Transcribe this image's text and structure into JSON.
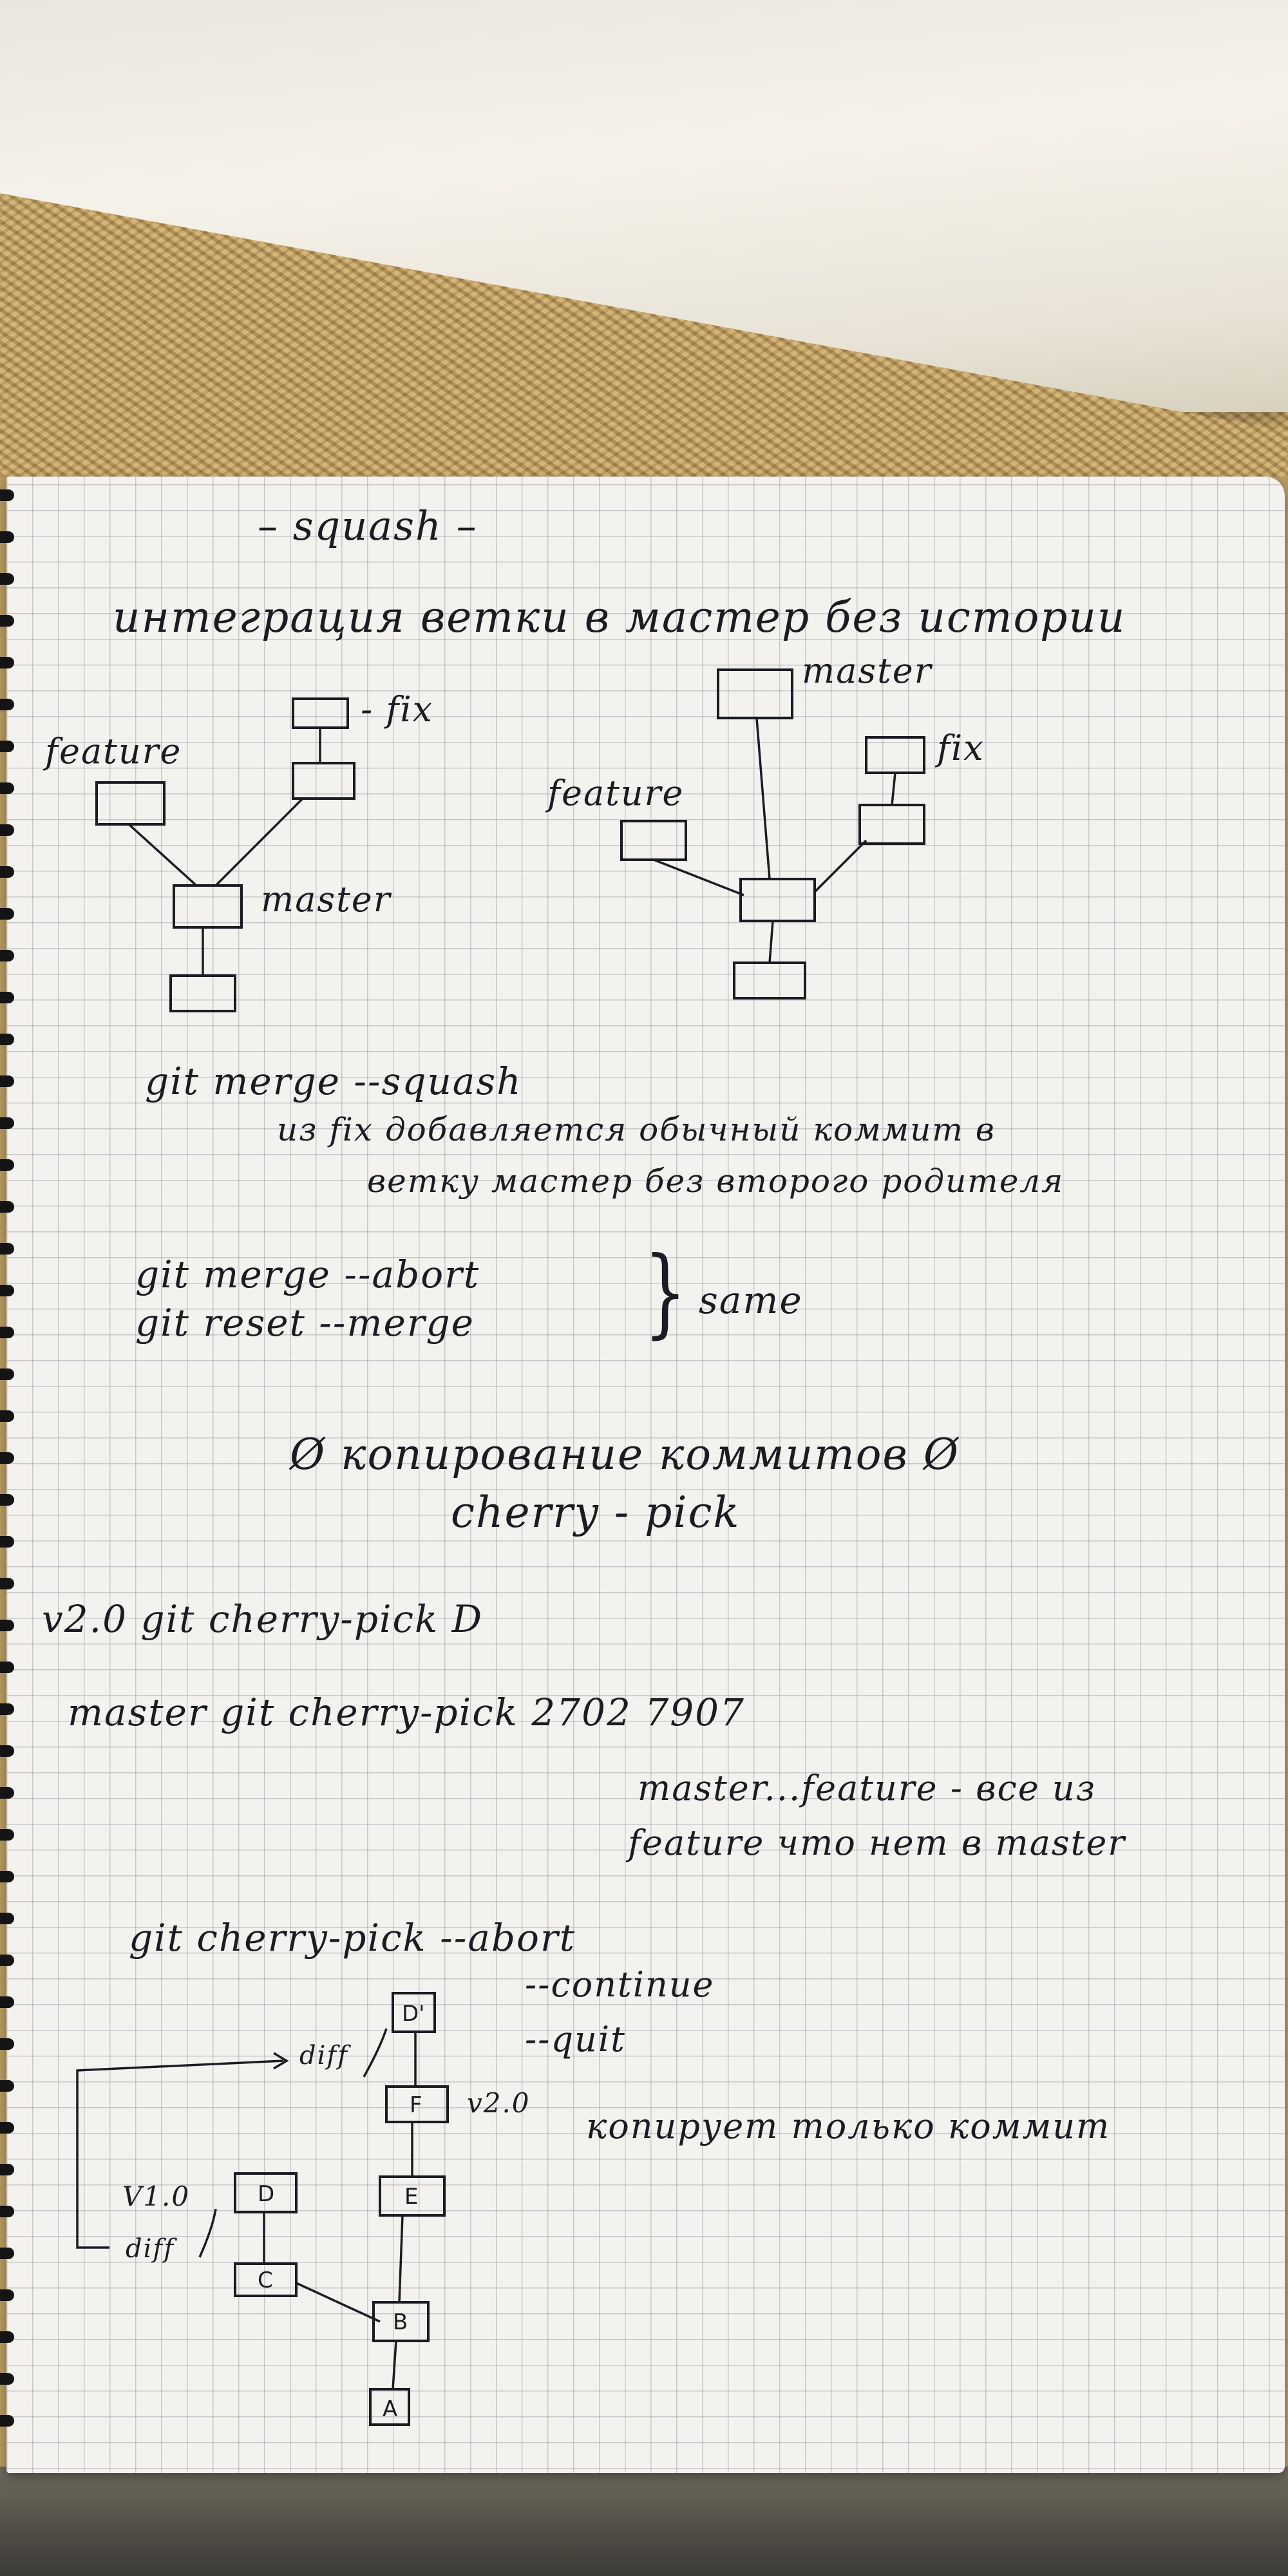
{
  "title": "– squash –",
  "subtitle": "интеграция ветки в мастер без истории",
  "diagram1": {
    "labels": {
      "feature": "feature",
      "fix": "- fix",
      "master": "master"
    }
  },
  "diagram2": {
    "labels": {
      "master": "master",
      "fix": "fix",
      "feature": "feature"
    }
  },
  "squash": {
    "command": "git merge --squash",
    "note_line1": "из fix добавляется обычный коммит в",
    "note_line2": "ветку мастер без второго родителя"
  },
  "abort": {
    "cmd1": "git merge --abort",
    "cmd2": "git reset --merge",
    "note": "same"
  },
  "cherry": {
    "heading": "Ø копирование коммитов Ø",
    "subheading": "cherry - pick",
    "cmd1": "v2.0 git cherry-pick D",
    "cmd2": "master git cherry-pick 2702 7907",
    "note_line1": "master...feature - все из",
    "note_line2": "feature что нет в master",
    "opt1": "git cherry-pick --abort",
    "opt2": "--continue",
    "opt3": "--quit",
    "footnote": "копирует только коммит"
  },
  "diagram3": {
    "commits": {
      "a": "A",
      "b": "B",
      "c": "C",
      "d_left": "D",
      "e": "E",
      "f": "F",
      "d_top": "D'"
    },
    "labels": {
      "v10": "V1.0",
      "v20": "v2.0",
      "diff": "diff"
    }
  }
}
